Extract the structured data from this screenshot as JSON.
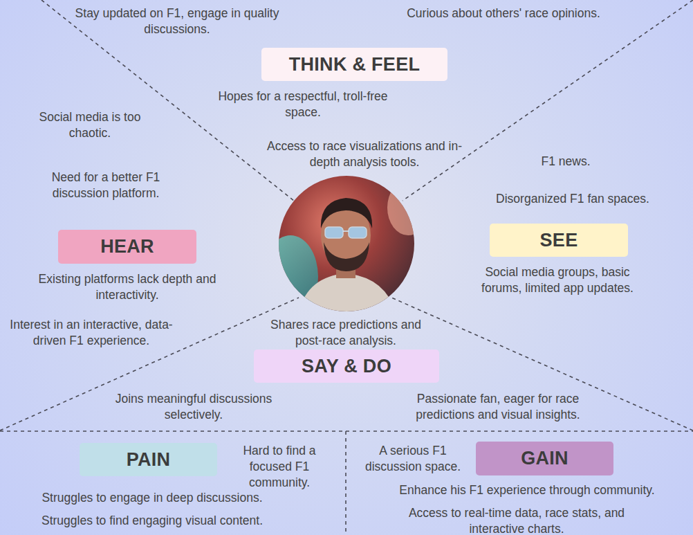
{
  "diagram": {
    "nodes": [
      {
        "text": [
          "THINK & FEEL"
        ]
      },
      {
        "text": [
          "HEAR"
        ]
      },
      {
        "text": [
          "SEE"
        ]
      },
      {
        "text": [
          "SAY & DO"
        ]
      },
      {
        "text": [
          "PAIN"
        ]
      },
      {
        "text": [
          "GAIN"
        ]
      }
    ],
    "labels": [
      "Stay updated on F1, engage in quality discussions.",
      "Curious about others' race opinions.",
      "Hopes for a respectful, troll-free space.",
      "Social media is too chaotic.",
      "Access to race visualizations and in-depth analysis tools.",
      "F1 news.",
      "Need for a better F1 discussion platform.",
      "Disorganized F1 fan spaces.",
      "Existing platforms lack depth and interactivity.",
      "Social media groups, basic forums, limited app updates.",
      "Interest in an interactive, data-driven F1 experience.",
      "Shares race predictions and post-race analysis.",
      "Joins meaningful discussions selectively.",
      "Passionate fan, eager for race predictions and visual insights.",
      "Hard to find a focused F1 community.",
      "Struggles to engage in deep discussions.",
      "Struggles to find engaging visual content.",
      "A serious F1 discussion space.",
      "Enhance his F1 experience through community.",
      "Access to real-time data, race stats, and interactive charts."
    ]
  }
}
